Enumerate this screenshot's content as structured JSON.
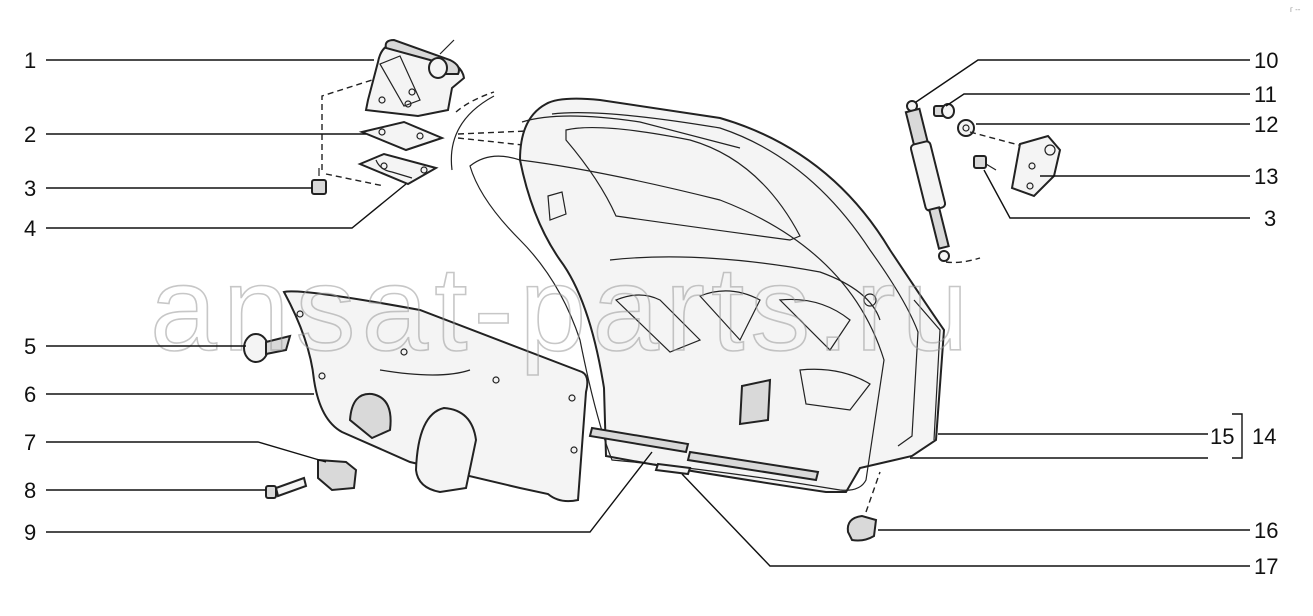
{
  "watermark": "ansat-parts.ru",
  "corner_mark": "г --",
  "callouts": {
    "c1": "1",
    "c2": "2",
    "c3_left": "3",
    "c4": "4",
    "c5": "5",
    "c6": "6",
    "c7": "7",
    "c8": "8",
    "c9": "9",
    "c10": "10",
    "c11": "11",
    "c12": "12",
    "c13": "13",
    "c3_right": "3",
    "c15": "15",
    "c14": "14",
    "c16": "16",
    "c17": "17"
  }
}
